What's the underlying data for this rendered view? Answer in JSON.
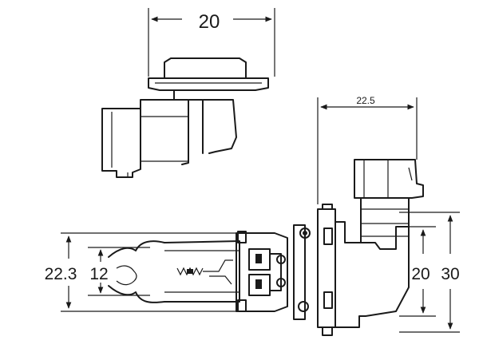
{
  "dimensions": {
    "top_width": "20",
    "side_width": "22.5",
    "left_outer": "22.3",
    "left_inner": "12",
    "right_inner": "20",
    "right_outer": "30"
  },
  "colors": {
    "line": "#1a1a1a",
    "background": "#ffffff"
  }
}
